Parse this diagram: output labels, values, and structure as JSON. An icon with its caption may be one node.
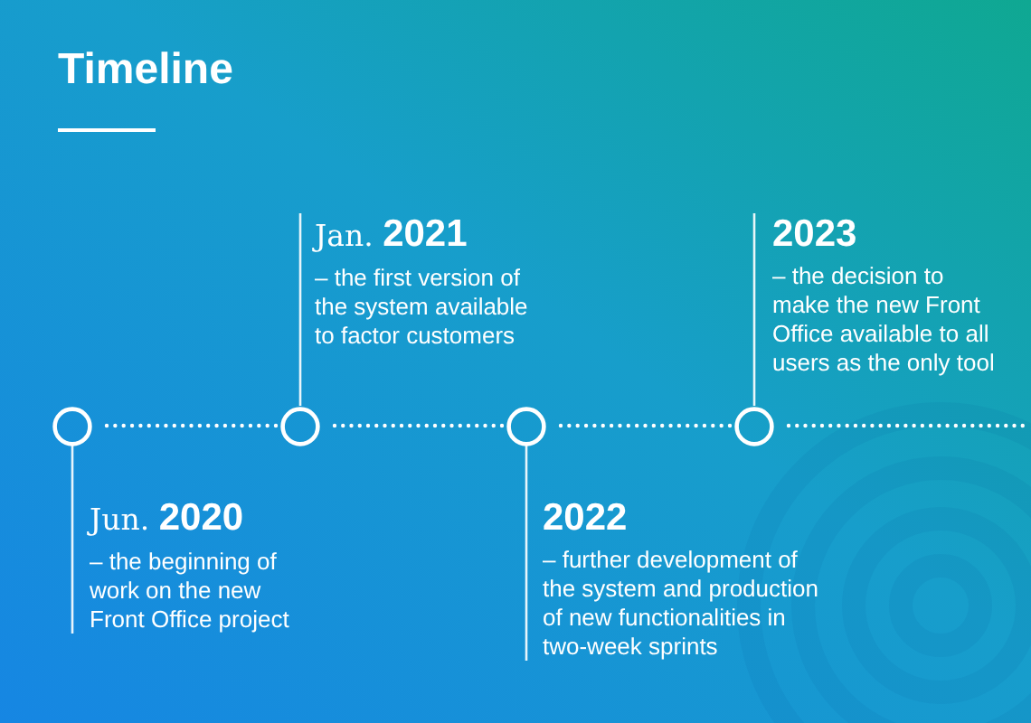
{
  "diagram": {
    "title": "Timeline",
    "nodes": [
      {
        "text": [],
        "shape": "circle"
      },
      {
        "text": [],
        "shape": "circle"
      },
      {
        "text": [],
        "shape": "circle"
      },
      {
        "text": [],
        "shape": "circle"
      },
      {
        "text": [
          "Jun. **2020**",
          "– the beginning of work on the new Front Office project"
        ]
      },
      {
        "text": [
          "Jan. **2021**",
          "– the first version of the system available to factor customers"
        ]
      },
      {
        "text": [
          "2022",
          "– further development of the system and production of new functionalities in two-week sprints"
        ]
      },
      {
        "text": [
          "2023",
          "– the decision to make the new Front Office available to all users as the only tool"
        ]
      }
    ],
    "edges": [
      {
        "from": 0,
        "to": 1,
        "arrow": "none",
        "style": "dashed"
      },
      {
        "from": 1,
        "to": 2,
        "arrow": "none",
        "style": "dashed"
      },
      {
        "from": 2,
        "to": 3,
        "arrow": "none",
        "style": "dashed"
      },
      {
        "from": 3,
        "to": null,
        "arrow": "none",
        "style": "dashed"
      },
      {
        "from": 0,
        "to": 4,
        "arrow": "none"
      },
      {
        "from": 1,
        "to": 5,
        "arrow": "none"
      },
      {
        "from": 2,
        "to": 6,
        "arrow": "none"
      },
      {
        "from": 3,
        "to": 7,
        "arrow": "none"
      }
    ]
  }
}
